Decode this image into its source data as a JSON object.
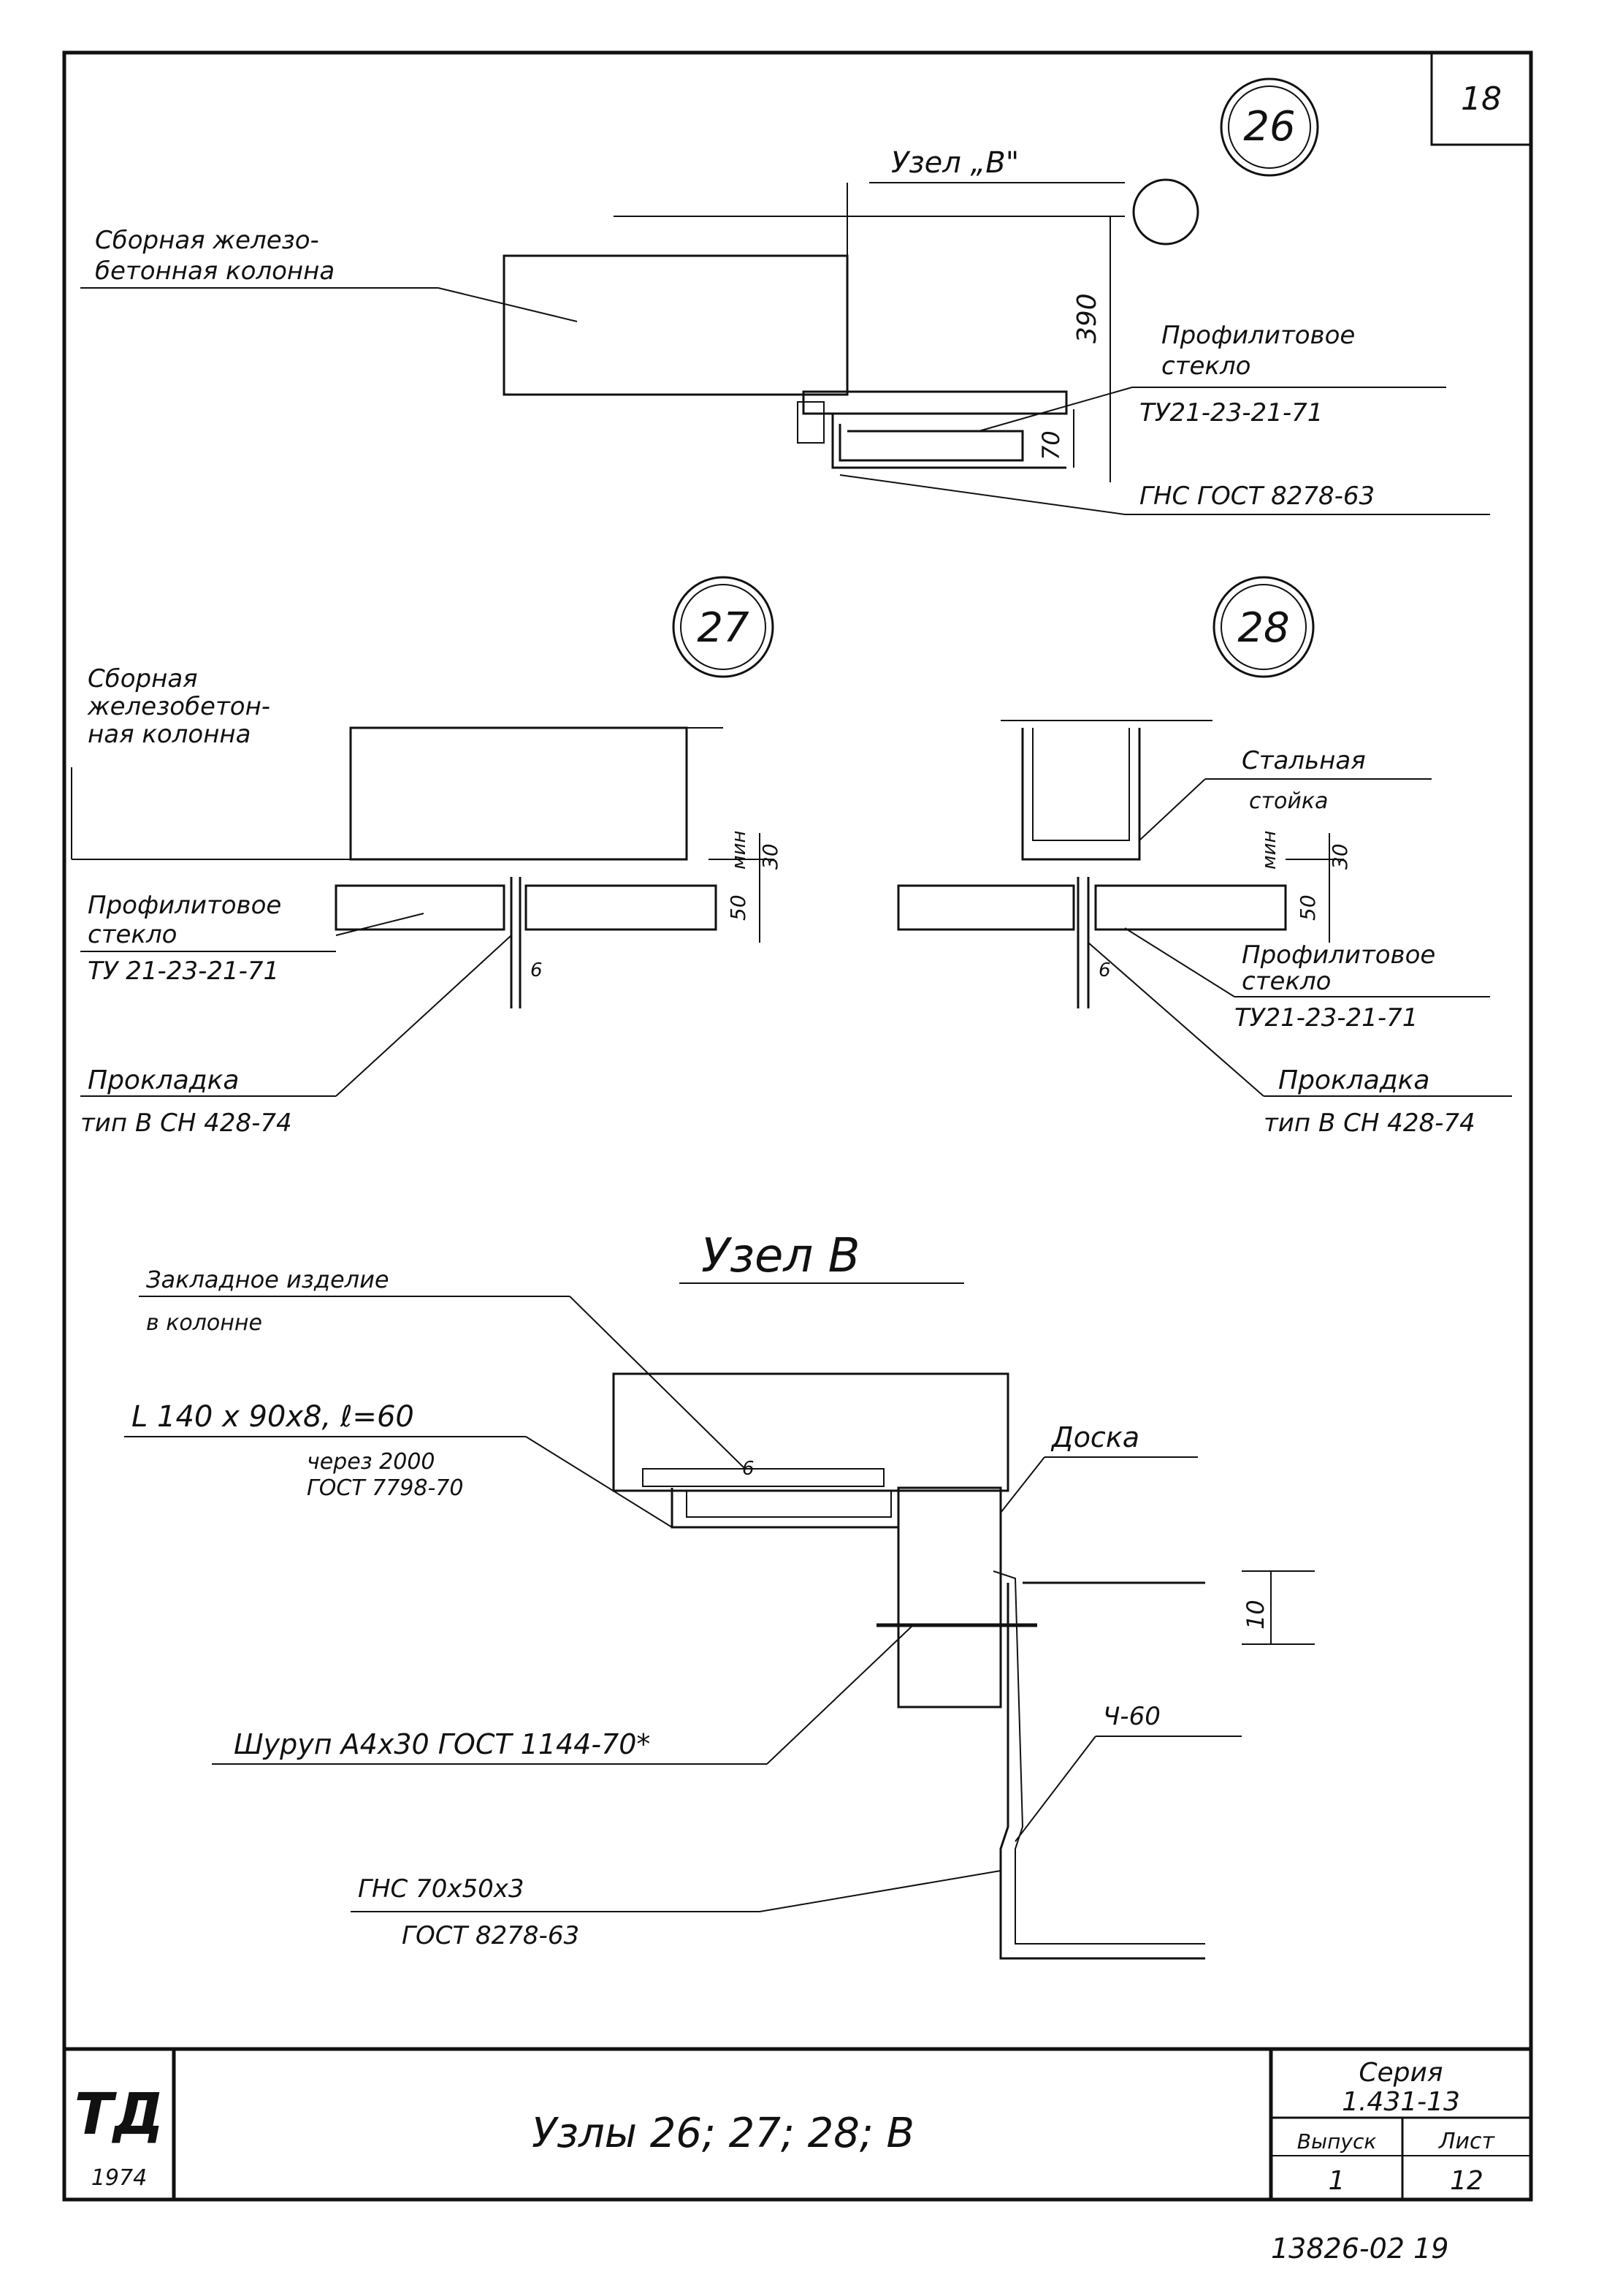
{
  "sheet_number": "18",
  "node_26": {
    "badge": "26",
    "callout_title": "Узел „В\"",
    "column_label": [
      "Сборная железо-",
      "бетонная колонна"
    ],
    "dim_390": "390",
    "dim_70": "70",
    "glass_label": [
      "Профилитовое",
      "стекло",
      "ТУ21-23-21-71"
    ],
    "channel_label": "ГНС  ГОСТ 8278-63"
  },
  "node_27": {
    "badge": "27",
    "column_label": [
      "Сборная",
      "железобетон-",
      "ная колонна"
    ],
    "glass_label": [
      "Профилитовое",
      "стекло",
      "ТУ 21-23-21-71"
    ],
    "gasket_label": [
      "Прокладка",
      "тип В СН 428-74"
    ],
    "dim_min": "мин",
    "dim_30": "30",
    "dim_50": "50",
    "dim_6": "6"
  },
  "node_28": {
    "badge": "28",
    "post_label": [
      "Стальная",
      "стойка"
    ],
    "glass_label": [
      "Профилитовое",
      "стекло",
      "ТУ21-23-21-71"
    ],
    "gasket_label": [
      "Прокладка",
      "тип В СН 428-74"
    ],
    "dim_min": "мин",
    "dim_30": "30",
    "dim_50": "50",
    "dim_6": "6"
  },
  "node_v": {
    "title": "Узел В",
    "embedded_label": [
      "Закладное изделие",
      "в колонне"
    ],
    "angle_label": [
      "L 140 x 90x8, ℓ=60",
      "через 2000",
      "ГОСТ 7798-70"
    ],
    "board_label": "Доска",
    "screw_label": "Шуруп А4x30 ГОСТ 1144-70*",
    "ch_label": "Ч-60",
    "channel_label": [
      "ГНС 70x50x3",
      "ГОСТ 8278-63"
    ],
    "dim_10": "10",
    "dim_6": "6"
  },
  "title_block": {
    "logo": "ТД",
    "year": "1974",
    "title": "Узлы 26; 27; 28; В",
    "series_label": "Серия",
    "series_value": "1.431-13",
    "issue_label": "Выпуск",
    "issue_value": "1",
    "sheet_label": "Лист",
    "sheet_value": "12"
  },
  "doc_number": "13826-02  19"
}
